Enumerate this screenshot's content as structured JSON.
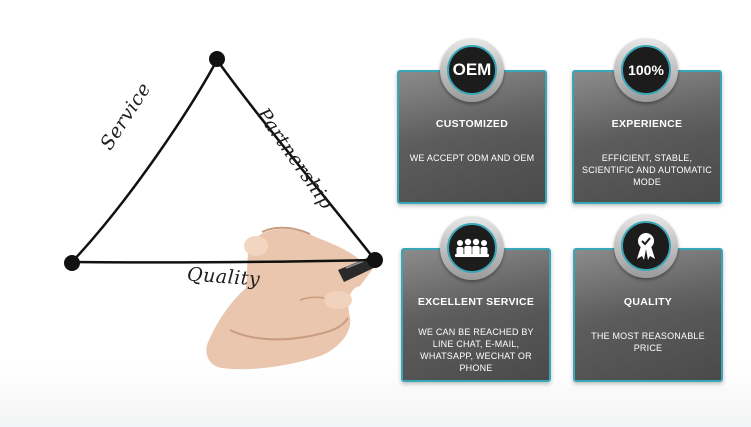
{
  "diagram": {
    "labels": {
      "service": "Service",
      "partnership": "Partnership",
      "quality": "Quality"
    }
  },
  "features": [
    {
      "badge": "OEM",
      "icon": "",
      "title": "CUSTOMIZED",
      "description": "WE ACCEPT ODM AND OEM"
    },
    {
      "badge": "100%",
      "icon": "",
      "title": "EXPERIENCE",
      "description": "EFFICIENT, STABLE, SCIENTIFIC AND AUTOMATIC MODE"
    },
    {
      "badge": "",
      "icon": "team-icon",
      "title": "EXCELLENT SERVICE",
      "description": "WE CAN BE REACHED BY LINE CHAT, E-MAIL, WHATSAPP, WECHAT OR PHONE"
    },
    {
      "badge": "",
      "icon": "award-ribbon-icon",
      "title": "QUALITY",
      "description": "THE MOST REASONABLE PRICE"
    }
  ],
  "colors": {
    "accent": "#3aa7b8",
    "card_bg": "#5c5c5c",
    "text": "#ffffff"
  }
}
